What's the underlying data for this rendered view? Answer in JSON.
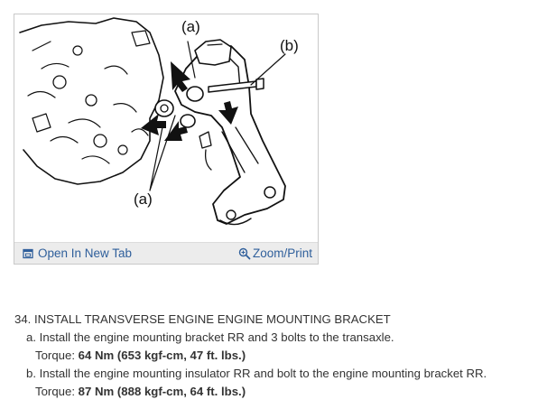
{
  "figure": {
    "callouts": {
      "a_top": "(a)",
      "b": "(b)",
      "a_bottom": "(a)"
    },
    "toolbar": {
      "open_tab_icon": "new-tab-icon",
      "open_tab_label": "Open In New Tab",
      "zoom_icon": "zoom-icon",
      "zoom_label": "Zoom/Print",
      "link_color": "#2f5f9b"
    }
  },
  "procedure": {
    "heading": "34. INSTALL TRANSVERSE ENGINE ENGINE MOUNTING BRACKET",
    "steps": [
      {
        "text": "a. Install the engine mounting bracket RR and 3 bolts to the transaxle.",
        "torque_label": "Torque:",
        "torque_value": "64 Nm (653 kgf-cm, 47 ft. lbs.)"
      },
      {
        "text": "b. Install the engine mounting insulator RR and bolt to the engine mounting bracket RR.",
        "torque_label": "Torque:",
        "torque_value": "87 Nm (888 kgf-cm, 64 ft. lbs.)"
      }
    ]
  }
}
